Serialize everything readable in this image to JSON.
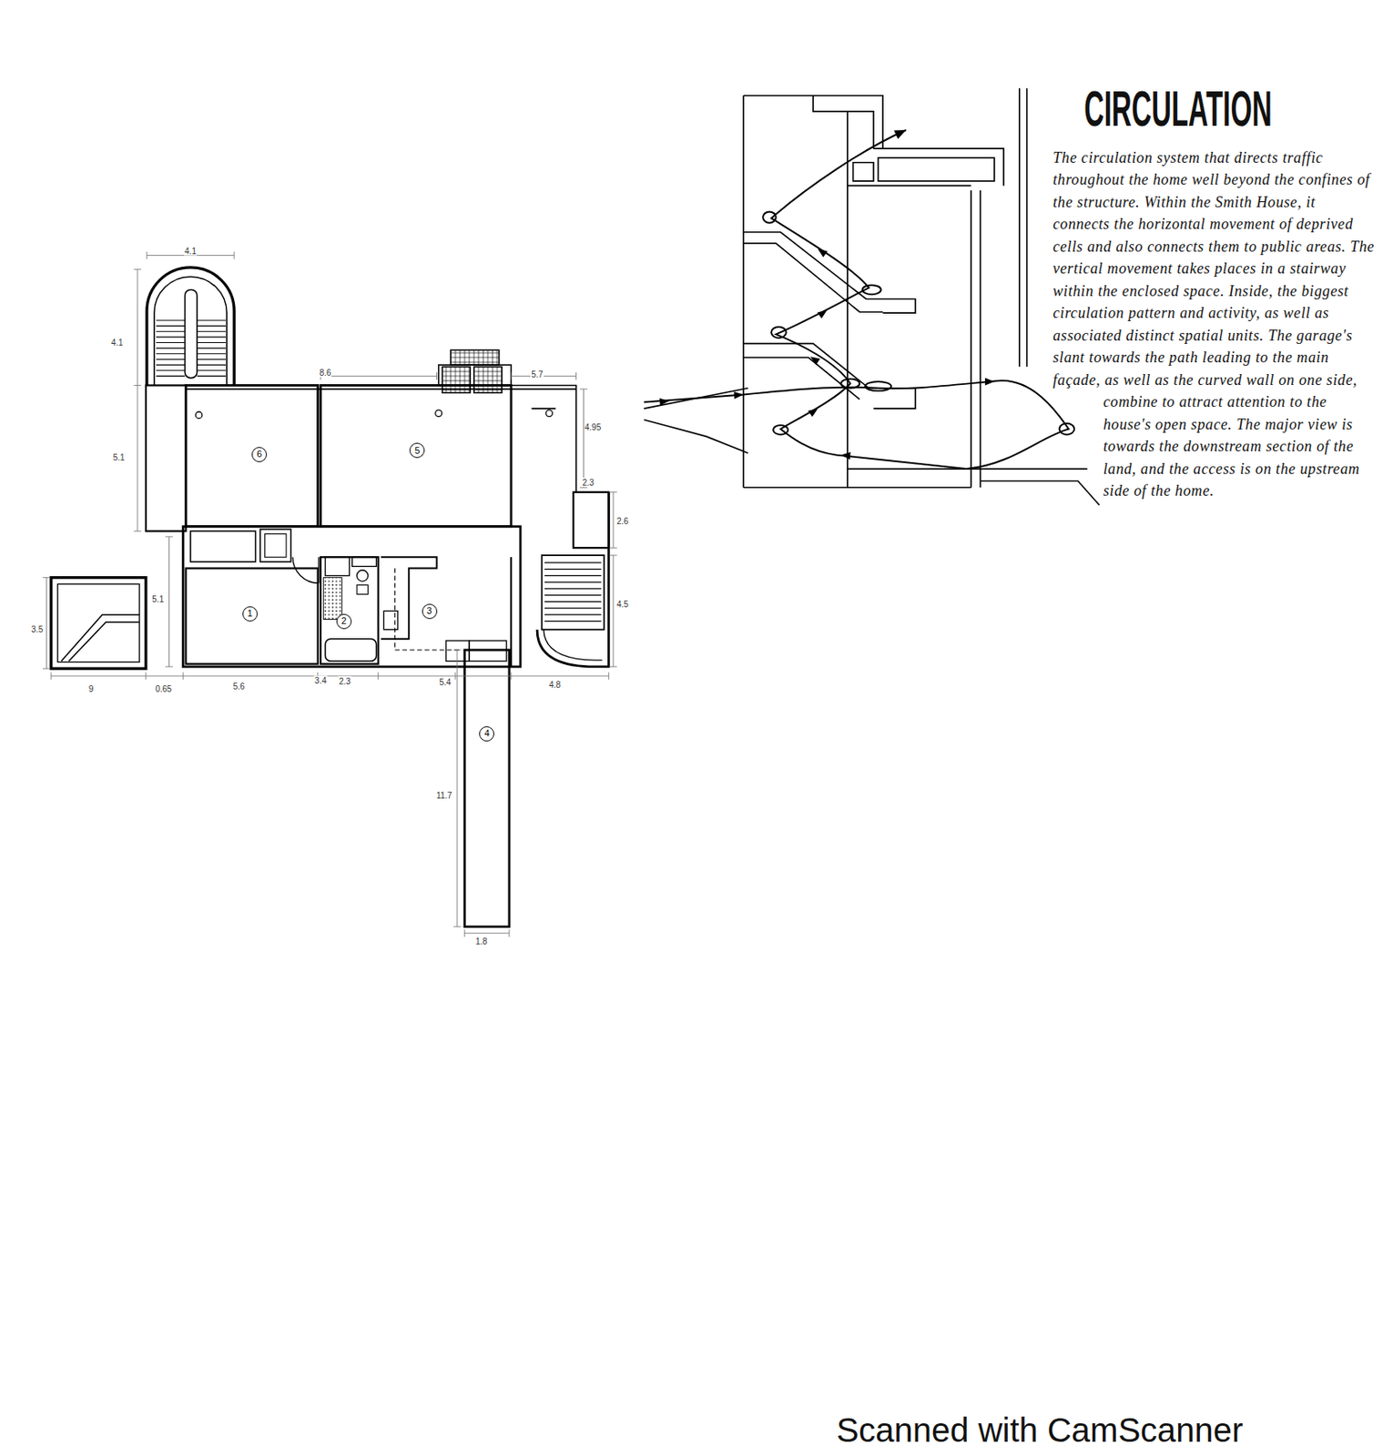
{
  "diagram": {
    "title": "CIRCULATION",
    "nodes": [
      {
        "text": [
          "6"
        ]
      },
      {
        "text": [
          "5"
        ]
      },
      {
        "text": [
          "1"
        ]
      },
      {
        "text": [
          "2"
        ]
      },
      {
        "text": [
          "3"
        ]
      },
      {
        "text": [
          "4"
        ]
      }
    ],
    "labels": [
      "4.1",
      "4.1",
      "8.6",
      "5.7",
      "5.1",
      "4.95",
      "2.3",
      "2.6",
      "5.1",
      "4.5",
      "3.5",
      "9",
      "0.65",
      "5.6",
      "3.4",
      "2.3",
      "5.4",
      "4.8",
      "11.7",
      "1.8",
      "The circulation system that directs traffic throughout the home well beyond the confines of the structure. Within the Smith House, it connects the horizontal movement of deprived cells and also connects them to public areas. The vertical movement takes places in a stairway within the enclosed space. Inside, the biggest circulation pattern and activity, as well as associated distinct spatial units. The garage's slant towards the path leading to the main façade, as well as the curved wall on one side, combine to attract attention to the house's open space. The major view is towards the downstream section of the land, and the access is on the upstream side of the home.",
      "Scanned with CamScanner"
    ]
  }
}
